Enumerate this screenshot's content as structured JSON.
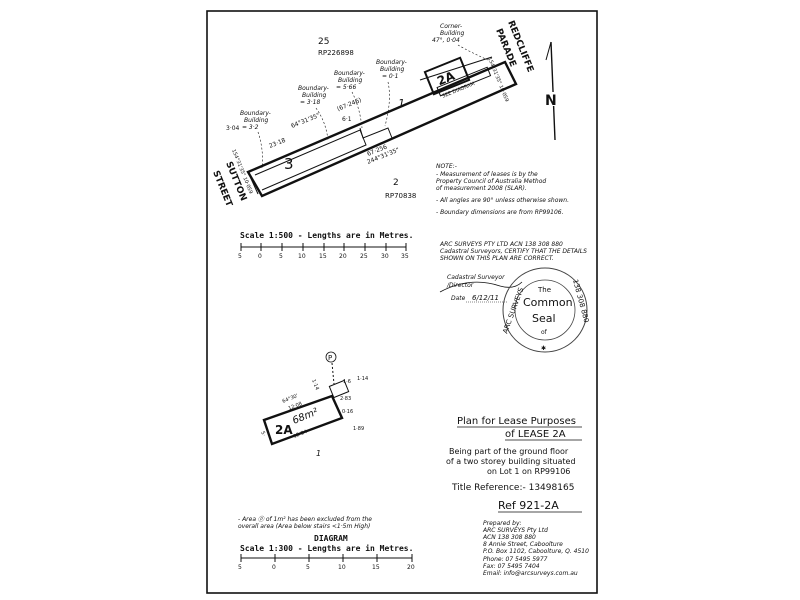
{
  "plan": {
    "lot_25": "25",
    "rp_25": "RP226898",
    "lot_2": "2",
    "rp_2": "RP70838",
    "lot_1": "1",
    "lot_3": "3",
    "lease_2a": "2A",
    "see_diagram": "SEE DIAGRAM",
    "street_redcliffe_1": "REDCLIFFE",
    "street_redcliffe_2": "PARADE",
    "street_sutton_1": "SUTTON",
    "street_sutton_2": "STREET",
    "north": "N",
    "corner_building_1": "Corner-",
    "corner_building_2": "Building",
    "corner_building_3": "47°, 0·04",
    "bb1_1": "Boundary-",
    "bb1_2": "Building",
    "bb1_3": "= 0·1",
    "bb2_1": "Boundary-",
    "bb2_2": "Building",
    "bb2_3": "= 5·66",
    "bb3_1": "Boundary-",
    "bb3_2": "Building",
    "bb3_3": "= 3·18",
    "bb4_1": "Boundary-",
    "bb4_2": "Building",
    "bb4_3": "= 3·2",
    "dim_304": "3·04",
    "dim_6435": "64°31'35\"",
    "dim_2318": "23·18",
    "dim_67246": "(67·246)",
    "dim_61": "6·1",
    "dim_67256": "67·256",
    "dim_24435": "244°31'35\"",
    "dim_left_side": "154°31'35\" 10·059",
    "dim_right_side": "154°31'35\" 10·059"
  },
  "notes": {
    "title": "NOTE:-",
    "items": [
      "- Measurement of leases is by the",
      "  Property Council of Australia Method",
      "  of measurement 2008 (SLAR).",
      "- All angles are 90° unless otherwise shown.",
      "- Boundary dimensions are from RP99106."
    ]
  },
  "scale1": {
    "label": "Scale 1:500 - Lengths are in Metres.",
    "ticks": [
      "5",
      "0",
      "5",
      "10",
      "15",
      "20",
      "25",
      "30",
      "35"
    ]
  },
  "certificate": {
    "line1": "ARC SURVEYS PTY LTD   ACN 138 308 880",
    "line2": "Cadastral Surveyors, CERTIFY THAT THE DETAILS",
    "line3": "SHOWN ON THIS PLAN ARE CORRECT.",
    "surveyor_1": "Cadastral Surveyor",
    "surveyor_2": "/Director",
    "date_label": "Date",
    "date_value": "6/12/11"
  },
  "seal": {
    "line1": "The",
    "line2": "Common",
    "line3": "Seal",
    "line4": "of",
    "ring_left": "ARC SURVEYS",
    "ring_right": "138 308 880"
  },
  "diagram": {
    "area_label": "2A",
    "area_value": "68m²",
    "p_marker": "P",
    "d_114a": "1·14",
    "d_114b": "1·14",
    "d_16": "1·6",
    "d_12_08": "12·08",
    "d_12_84": "12·84",
    "d_283": "2·83",
    "d_016": "0·16",
    "d_189": "1·89",
    "d_5": "5·",
    "angle": "64°30'",
    "lot": "1",
    "footnote_1": "- Area ⓟ of 1m² has been excluded from the",
    "footnote_2": "  overall area (Area below stairs <1·5m High)",
    "title": "DIAGRAM"
  },
  "scale2": {
    "label": "Scale 1:300 - Lengths are in Metres.",
    "ticks": [
      "5",
      "0",
      "5",
      "10",
      "15",
      "20"
    ]
  },
  "plan_title": {
    "line1": "Plan for Lease Purposes",
    "line2": "of LEASE 2A",
    "desc1": "Being part of the ground floor",
    "desc2": "of a two storey building situated",
    "desc3": "on Lot 1 on RP99106",
    "title_ref": "Title Reference:- 13498165",
    "ref": "Ref 921-2A"
  },
  "prepared": {
    "lines": [
      "Prepared by:",
      "ARC SURVEYS Pty Ltd",
      "ACN 138 308 880",
      "8 Annie Street, Caboolture",
      "P.O. Box 1102, Caboolture, Q. 4510",
      "Phone:  07 5495 5977",
      "Fax:     07 5495 7404",
      "Email: info@arcsurveys.com.au"
    ]
  }
}
